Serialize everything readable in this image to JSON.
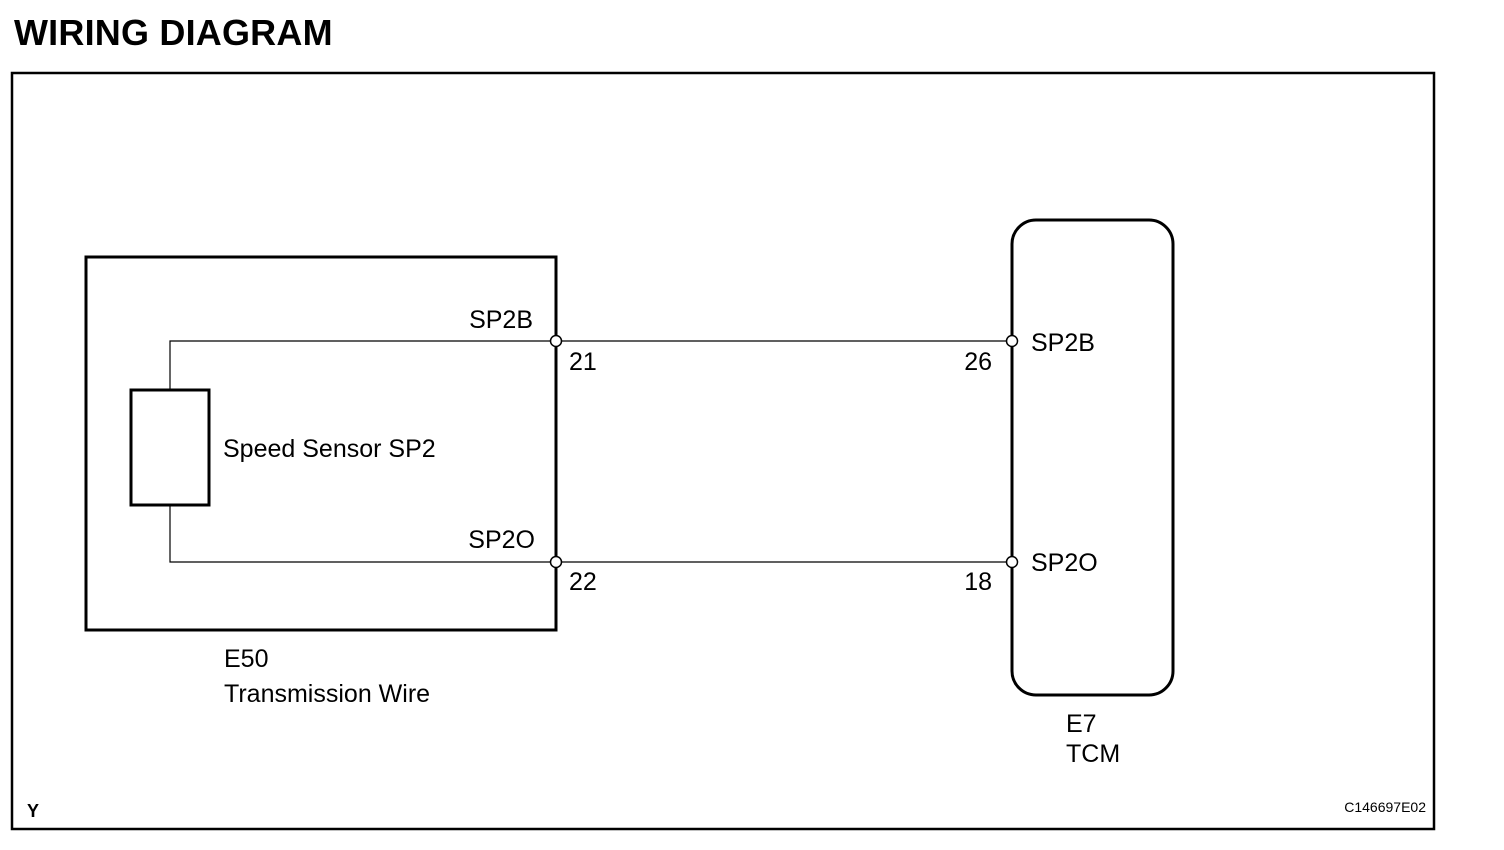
{
  "title": "WIRING DIAGRAM",
  "left_component": {
    "code": "E50",
    "name": "Transmission Wire",
    "sensor_label": "Speed Sensor SP2",
    "pins": [
      {
        "signal": "SP2B",
        "number": "21"
      },
      {
        "signal": "SP2O",
        "number": "22"
      }
    ]
  },
  "right_component": {
    "code": "E7",
    "name": "TCM",
    "pins": [
      {
        "signal": "SP2B",
        "number": "26"
      },
      {
        "signal": "SP2O",
        "number": "18"
      }
    ]
  },
  "footer": {
    "corner_letter": "Y",
    "figure_id": "C146697E02"
  }
}
